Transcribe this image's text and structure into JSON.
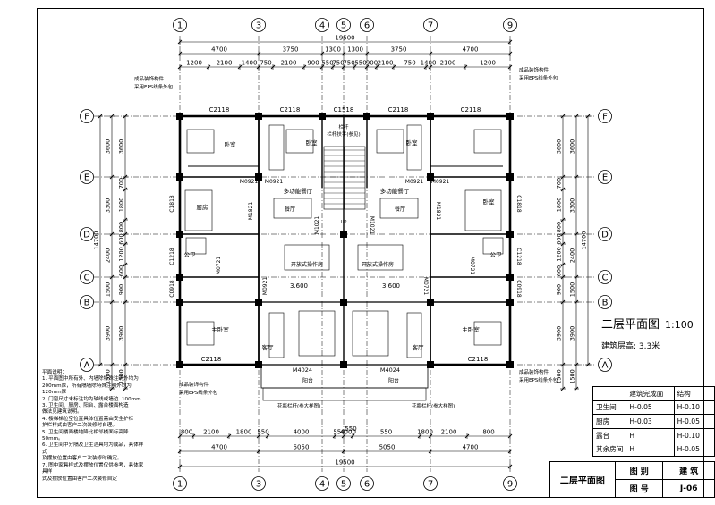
{
  "axes_horizontal": [
    "1",
    "3",
    "4",
    "5",
    "6",
    "7",
    "9"
  ],
  "axes_vertical": [
    "F",
    "E",
    "D",
    "C",
    "B",
    "A"
  ],
  "top_dims": {
    "overall": "19500",
    "level1": [
      "4700",
      "3750",
      "1300",
      "1300",
      "3750",
      "4700"
    ],
    "level2": [
      "1200",
      "2100",
      "1400",
      "750",
      "2100",
      "900",
      "550",
      "750",
      "750",
      "550",
      "900",
      "2100",
      "750",
      "1400",
      "2100",
      "1200"
    ]
  },
  "bottom_dims": {
    "overall": "19500",
    "level1": [
      "4700",
      "5050",
      "5050",
      "4700"
    ],
    "level2": [
      "800",
      "2100",
      "1800",
      "550",
      "4000",
      "550",
      "4000",
      "550",
      "1800",
      "2100",
      "800"
    ],
    "mid": "550"
  },
  "left_dims": {
    "overall": "14700",
    "level1": [
      "3600",
      "3300",
      "2400",
      "1500",
      "3900",
      "1500"
    ],
    "level2": [
      "3600",
      "700",
      "1800",
      "800",
      "600",
      "1200",
      "600",
      "900",
      "3900",
      "1500"
    ]
  },
  "right_dims": {
    "overall": "14700",
    "level1": [
      "3600",
      "3300",
      "2400",
      "1500",
      "3900",
      "1500"
    ],
    "level2": [
      "3600",
      "700",
      "1800",
      "800",
      "600",
      "1200",
      "600",
      "900",
      "3900",
      "1500"
    ]
  },
  "windows": {
    "top": [
      "C2118",
      "C2118",
      "C1518",
      "C2118",
      "C2118"
    ],
    "bottom": [
      "C2118",
      "C2118"
    ],
    "side": [
      "C1818",
      "C1218",
      "C0918",
      "C1818",
      "C1218",
      "C0918"
    ]
  },
  "doors": [
    "M0921",
    "M0921",
    "M0921",
    "M0921",
    "M1821",
    "M1821",
    "M1021",
    "M1021",
    "M0721",
    "M0721",
    "M0921",
    "M0721",
    "M4024",
    "M4024"
  ],
  "rooms": {
    "bedroom": "卧室",
    "master_bedroom": "主卧室",
    "kitchen": "厨房",
    "toilet": "公卫",
    "dining": "餐厅",
    "multi_dining": "多功能餐厅",
    "living": "客厅",
    "balcony": "阳台",
    "open_kitchen": "开放式操作房",
    "level_mark": "3.600",
    "stair_note": "栏杆扶手(参见)",
    "railing_note": "栏杆",
    "flower_box": "花瓶栏杆(参大样图)",
    "ips_note_1": "成品装饰构件",
    "ips_note_2": "采用EPS线条外包",
    "ups_label": "UP"
  },
  "notes": [
    "平面说明：",
    "1. 平面图中所有外、内墙除特殊注明外均为",
    "200mm厚，所有隔墙除特殊注明外均为",
    "120mm厚",
    "2. 门窗尺寸未标注均为轴线或墙边  100mm",
    "3. 卫生间、厨房、阳台、露台楼面构造",
    "做法见建筑说明。",
    "4. 楼梯梯位空位置具体位置需由安全护栏",
    "护栏样式由客户二次装修时自理。",
    "5. 卫生间楼面楼地降比相邻楼面标高降",
    "50mm。",
    "6. 卫生间中分隔及卫生洁具均为成品，具体样式",
    "及摆放位置由客户二次装修时确定。",
    "7. 图中家具样式及摆放位置仅供参考，具体家具样",
    "式及摆放位置由客户二次装修自定"
  ],
  "title": {
    "main": "二层平面图",
    "scale": "1:100",
    "floor_height": "建筑层高: 3.3米"
  },
  "level_table": {
    "header": [
      "建筑完成面",
      "结构"
    ],
    "rows": [
      {
        "name": "卫生间",
        "finish": "H-0.05",
        "struct": "H-0.10"
      },
      {
        "name": "厨房",
        "finish": "H-0.03",
        "struct": "H-0.05"
      },
      {
        "name": "露台",
        "finish": "H",
        "struct": "H-0.10"
      },
      {
        "name": "其余房间",
        "finish": "H",
        "struct": "H-0.05"
      }
    ]
  },
  "title_block": {
    "drawing_name": "二层平面图",
    "category_label": "图  别",
    "category_value": "建  筑",
    "number_label": "图  号",
    "number_value": "J-06"
  }
}
